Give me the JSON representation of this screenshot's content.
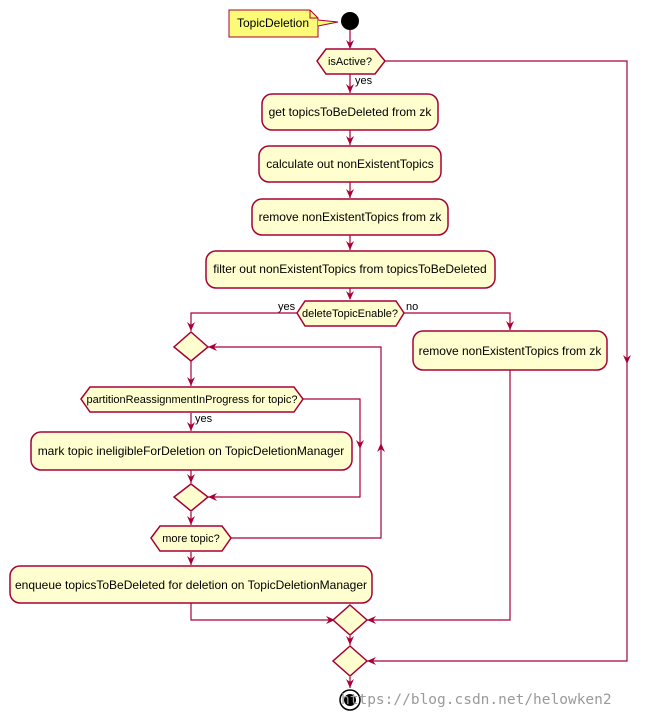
{
  "title_note": "TopicDeletion",
  "nodes": {
    "is_active": "isActive?",
    "get_topics": "get topicsToBeDeleted from zk",
    "calculate": "calculate out nonExistentTopics",
    "remove_zk": "remove nonExistentTopics from zk",
    "filter": "filter out nonExistentTopics from topicsToBeDeleted",
    "delete_enable": "deleteTopicEnable?",
    "remove_zk_2": "remove nonExistentTopics from zk",
    "partition_check": "partitionReassignmentInProgress for topic?",
    "mark_ineligible": "mark topic ineligibleForDeletion on TopicDeletionManager",
    "more_topic": "more topic?",
    "enqueue": "enqueue topicsToBeDeleted for deletion on TopicDeletionManager"
  },
  "edge_labels": {
    "is_active_yes": "yes",
    "delete_enable_yes": "yes",
    "delete_enable_no": "no",
    "partition_yes": "yes"
  },
  "watermark": "https://blog.csdn.net/helowken2",
  "colors": {
    "activity_fill": "#FEFECE",
    "border": "#A80036",
    "note_fill": "#FBFB77",
    "watermark": "#9a9a9a"
  }
}
